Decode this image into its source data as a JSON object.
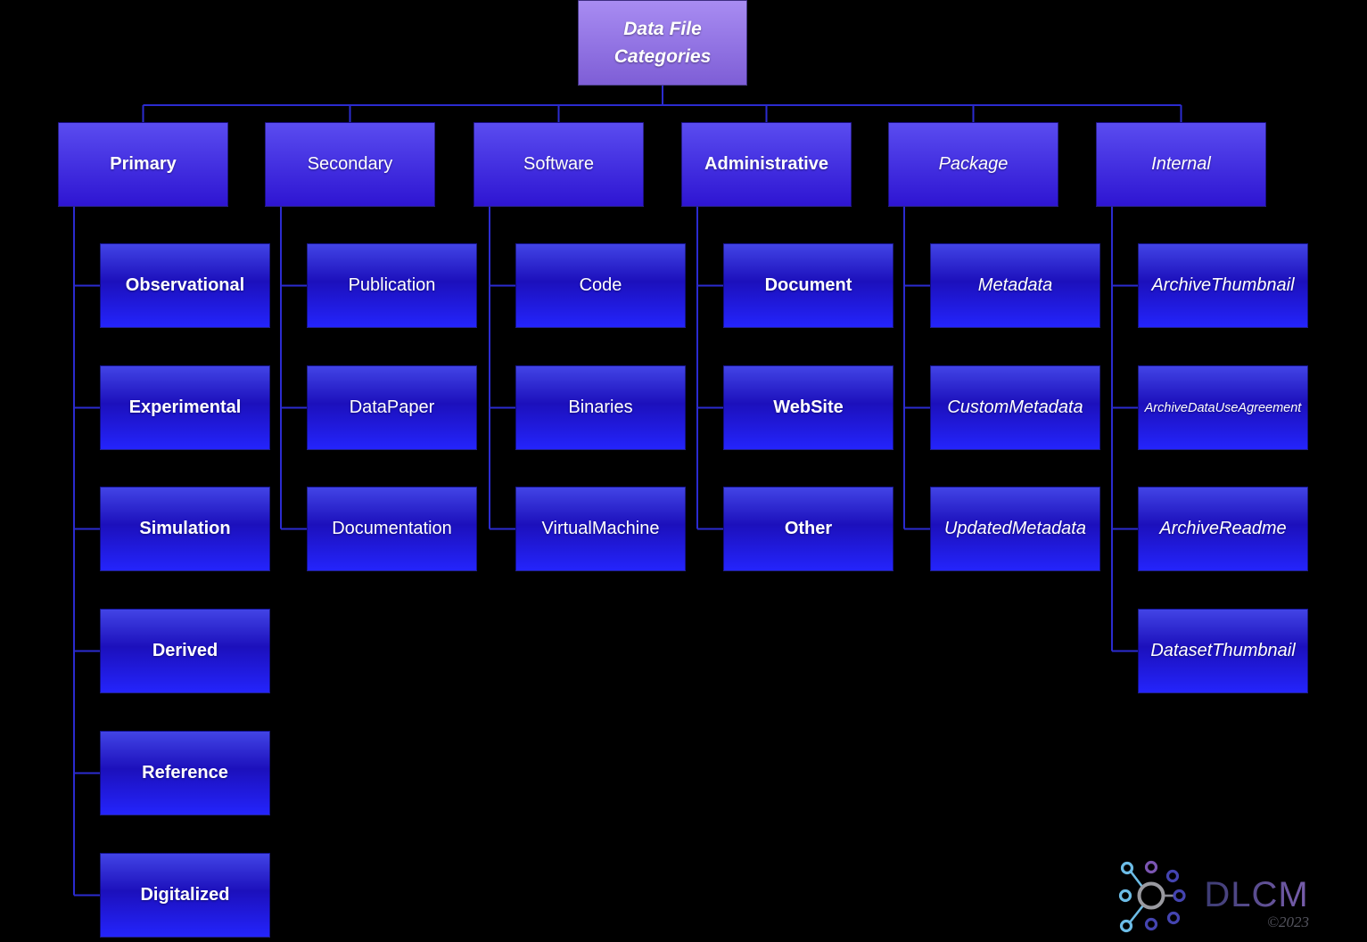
{
  "root": {
    "label": "Data File\nCategories"
  },
  "columns": [
    {
      "label": "Primary",
      "text_style": "bold",
      "children": [
        "Observational",
        "Experimental",
        "Simulation",
        "Derived",
        "Reference",
        "Digitalized"
      ]
    },
    {
      "label": "Secondary",
      "text_style": "normal",
      "children": [
        "Publication",
        "DataPaper",
        "Documentation"
      ]
    },
    {
      "label": "Software",
      "text_style": "normal",
      "children": [
        "Code",
        "Binaries",
        "VirtualMachine"
      ]
    },
    {
      "label": "Administrative",
      "text_style": "bold",
      "children": [
        "Document",
        "WebSite",
        "Other"
      ]
    },
    {
      "label": "Package",
      "text_style": "italic",
      "children": [
        "Metadata",
        "CustomMetadata",
        "UpdatedMetadata"
      ]
    },
    {
      "label": "Internal",
      "text_style": "italic",
      "children": [
        "ArchiveThumbnail",
        "ArchiveDataUseAgreement",
        "ArchiveReadme",
        "DatasetThumbnail"
      ]
    }
  ],
  "logo": {
    "text": "DLCM",
    "year": "©2023",
    "text_gradient": [
      "#3b3b72",
      "#7a5fae"
    ],
    "year_color": "#54545e",
    "icon_colors": {
      "ring": "#9a9aa0",
      "light_blue": "#6cbce6",
      "purple": "#7b55b2",
      "blue": "#4444b0",
      "spoke_gray": "#8a8a94"
    }
  },
  "colors": {
    "background": "#000000",
    "text": "#ffffff",
    "root_gradient_top": "#a88cf2",
    "root_gradient_bottom": "#7e5ed6",
    "header_gradient_top": "#5a4cf0",
    "header_gradient_bottom": "#2e15d2",
    "child_gradient_top": "#4244e6",
    "child_gradient_mid": "#1c10bc",
    "child_gradient_bottom": "#2424fc",
    "connector": "#2b2bd0"
  }
}
